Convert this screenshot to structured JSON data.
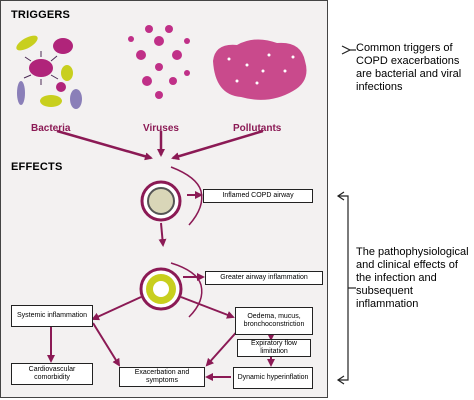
{
  "headers": {
    "triggers": "TRIGGERS",
    "effects": "EFFECTS"
  },
  "trigger_labels": {
    "bacteria": "Bacteria",
    "viruses": "Viruses",
    "pollutants": "Pollutants"
  },
  "boxes": {
    "inflamed_airway": "Inflamed COPD airway",
    "greater_inflammation": "Greater airway inflammation",
    "systemic_inflammation": "Systemic inflammation",
    "oedema": "Oedema, mucus, bronchoconstriction",
    "expiratory_flow": "Expiratory flow limitation",
    "cardiovascular": "Cardiovascular comorbidity",
    "exacerbation": "Exacerbation and symptoms",
    "dynamic_hyperinflation": "Dynamic hyperinflation"
  },
  "annotations": {
    "triggers_note": "Common triggers of COPD exacerbations are bacterial and viral infections",
    "effects_note": "The pathophysiological and clinical effects of the infection and subsequent inflammation"
  },
  "colors": {
    "arrow": "#8b1a55",
    "accent": "#b0247a",
    "pollutant": "#c94a8c",
    "lining": "#c8cf1e"
  }
}
